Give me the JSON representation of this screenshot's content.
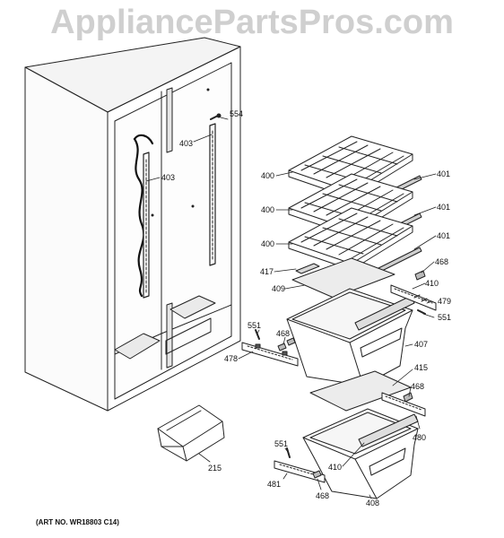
{
  "watermark": "AppliancePartsPros.com",
  "art_no": "(ART NO. WR18803 C14)",
  "callouts": {
    "c554": "554",
    "c403a": "403",
    "c403b": "403",
    "c400a": "400",
    "c401a": "401",
    "c400b": "400",
    "c401b": "401",
    "c400c": "400",
    "c401c": "401",
    "c417": "417",
    "c468a": "468",
    "c409": "409",
    "c410a": "410",
    "c479": "479",
    "c551a": "551",
    "c551b": "551",
    "c468b": "468",
    "c407": "407",
    "c478": "478",
    "c415": "415",
    "c468c": "468",
    "c480": "480",
    "c215": "215",
    "c551c": "551",
    "c410b": "410",
    "c481": "481",
    "c468d": "468",
    "c408": "408"
  }
}
